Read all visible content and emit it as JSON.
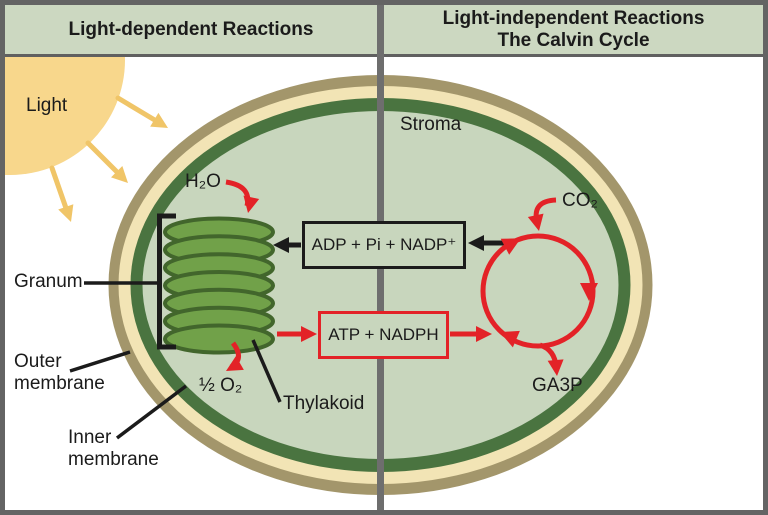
{
  "header": {
    "left_title": "Light-dependent Reactions",
    "right_title_line1": "Light-independent Reactions",
    "right_title_line2": "The Calvin Cycle"
  },
  "diagram": {
    "labels": {
      "light": "Light",
      "stroma": "Stroma",
      "h2o": "H₂O",
      "granum": "Granum",
      "outer_membrane": "Outer\nmembrane",
      "inner_membrane": "Inner\nmembrane",
      "half_o2": "½ O₂",
      "thylakoid": "Thylakoid",
      "co2": "CO₂",
      "ga3p": "GA3P"
    },
    "boxes": {
      "adp": "ADP + Pi + NADP⁺",
      "atp": "ATP + NADPH"
    }
  },
  "colors": {
    "frame": "#646464",
    "divider": "#6e6e6e",
    "header_bg": "#ccd8c1",
    "header_rule": "#606060",
    "background": "#ffffff",
    "ink": "#1b1b1b",
    "red": "#e32227",
    "sun": "#f8d78c",
    "sun_arrow": "#f0c568",
    "membrane_outer": "#a3966b",
    "membrane_cream": "#f2e4b5",
    "membrane_inner_green": "#4a7440",
    "stroma_fill": "#c8d6bd",
    "granum_fill": "#71a149",
    "granum_stroke": "#42662c"
  }
}
